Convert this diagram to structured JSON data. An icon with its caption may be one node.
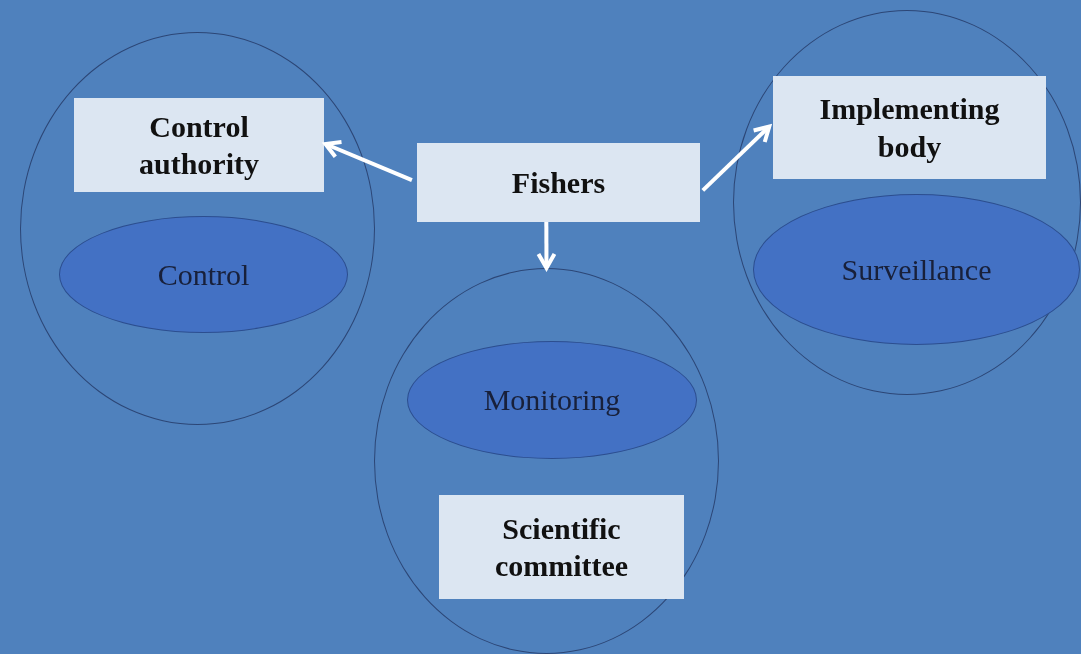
{
  "diagram": {
    "nodes": [
      {
        "text": [],
        "shape": "circle"
      },
      {
        "text": [
          "Control authority"
        ],
        "in": 0
      },
      {
        "text": [
          "Control"
        ],
        "in": 0
      },
      {
        "text": [
          "Fishers"
        ]
      },
      {
        "text": [],
        "shape": "circle"
      },
      {
        "text": [
          "Monitoring"
        ],
        "in": 4
      },
      {
        "text": [
          "Scientific committee"
        ],
        "in": 4
      },
      {
        "text": [],
        "shape": "circle"
      },
      {
        "text": [
          "Implementing body"
        ],
        "in": 7
      },
      {
        "text": [
          "Surveillance"
        ],
        "in": 7
      }
    ],
    "edges": [
      {
        "from": 3,
        "to": 1,
        "arrow": "to"
      },
      {
        "from": 3,
        "to": 8,
        "arrow": "to"
      },
      {
        "from": 3,
        "to": 4,
        "arrow": "to"
      }
    ]
  }
}
